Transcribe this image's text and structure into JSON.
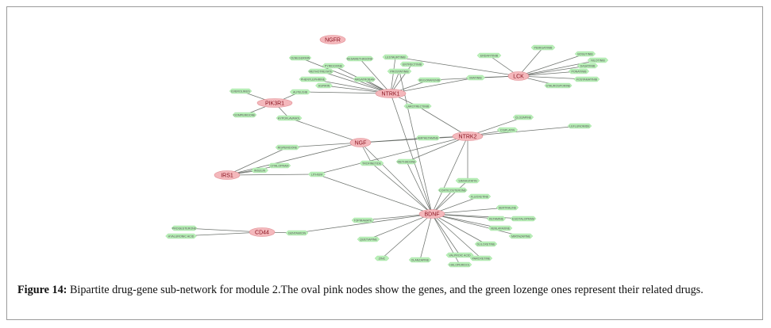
{
  "caption": {
    "label": "Figure 14:",
    "text": "Bipartite drug-gene sub-network for module 2.The oval pink nodes show the genes, and the green lozenge ones represent their related drugs."
  },
  "colors": {
    "gene_fill": "#f4b8bc",
    "gene_text": "#8a1420",
    "drug_fill": "#b9efb8",
    "edge": "#555a55"
  },
  "network": {
    "genes": [
      "NGFR",
      "PIK3R1",
      "NTRK1",
      "LCK",
      "NGF",
      "NTRK2",
      "IRS1",
      "BDNF",
      "CD44"
    ],
    "drugs": [
      "EVEROLIMUS",
      "DOMPERIDONE",
      "HYPOFLAVANOL",
      "CENEGERMIN",
      "DESAMETHASONE",
      "LESTAURTINIB",
      "PYRIDOXINE",
      "METHOTREXATE",
      "ENTRECTINIB",
      "PHENYLEPHRINE",
      "ARGATROBAN",
      "ASPIRIN",
      "PROSTATINIB",
      "REGORAFENIB",
      "LAROTRECTINIB",
      "IMATINIB",
      "ALPELISIB",
      "CISPLATIN",
      "ERDAFITINIB",
      "PEMIGATINIB",
      "BOSUTINIB",
      "DASATINIB",
      "NILOTINIB",
      "PONATINIB",
      "FOSTAMATINIB",
      "STAUROSPORINE",
      "CLOZAPINE",
      "LEFLUNOMIDE",
      "AMPHETAMINE",
      "TROFINETIDE",
      "METHADONE",
      "RISPERIDONE",
      "LITHIUM",
      "CITALOPRAM",
      "INSULIN",
      "HYALURONIC ACID",
      "PROGESTERONE",
      "GENTAMICIN",
      "SIMVASTATIN",
      "FLUOXETINE",
      "SERTRALINE",
      "CORTICOSTERONE",
      "KETAMINE",
      "ESCITALOPRAM",
      "VENLAFAXINE",
      "TOPIRAMATE",
      "QUETIAPINE",
      "ZINC",
      "OLANZAPINE",
      "VALPROIC ACID",
      "DULOXETINE",
      "HALOPERIDOL",
      "PAROXETINE",
      "MIRTAZAPINE"
    ]
  }
}
